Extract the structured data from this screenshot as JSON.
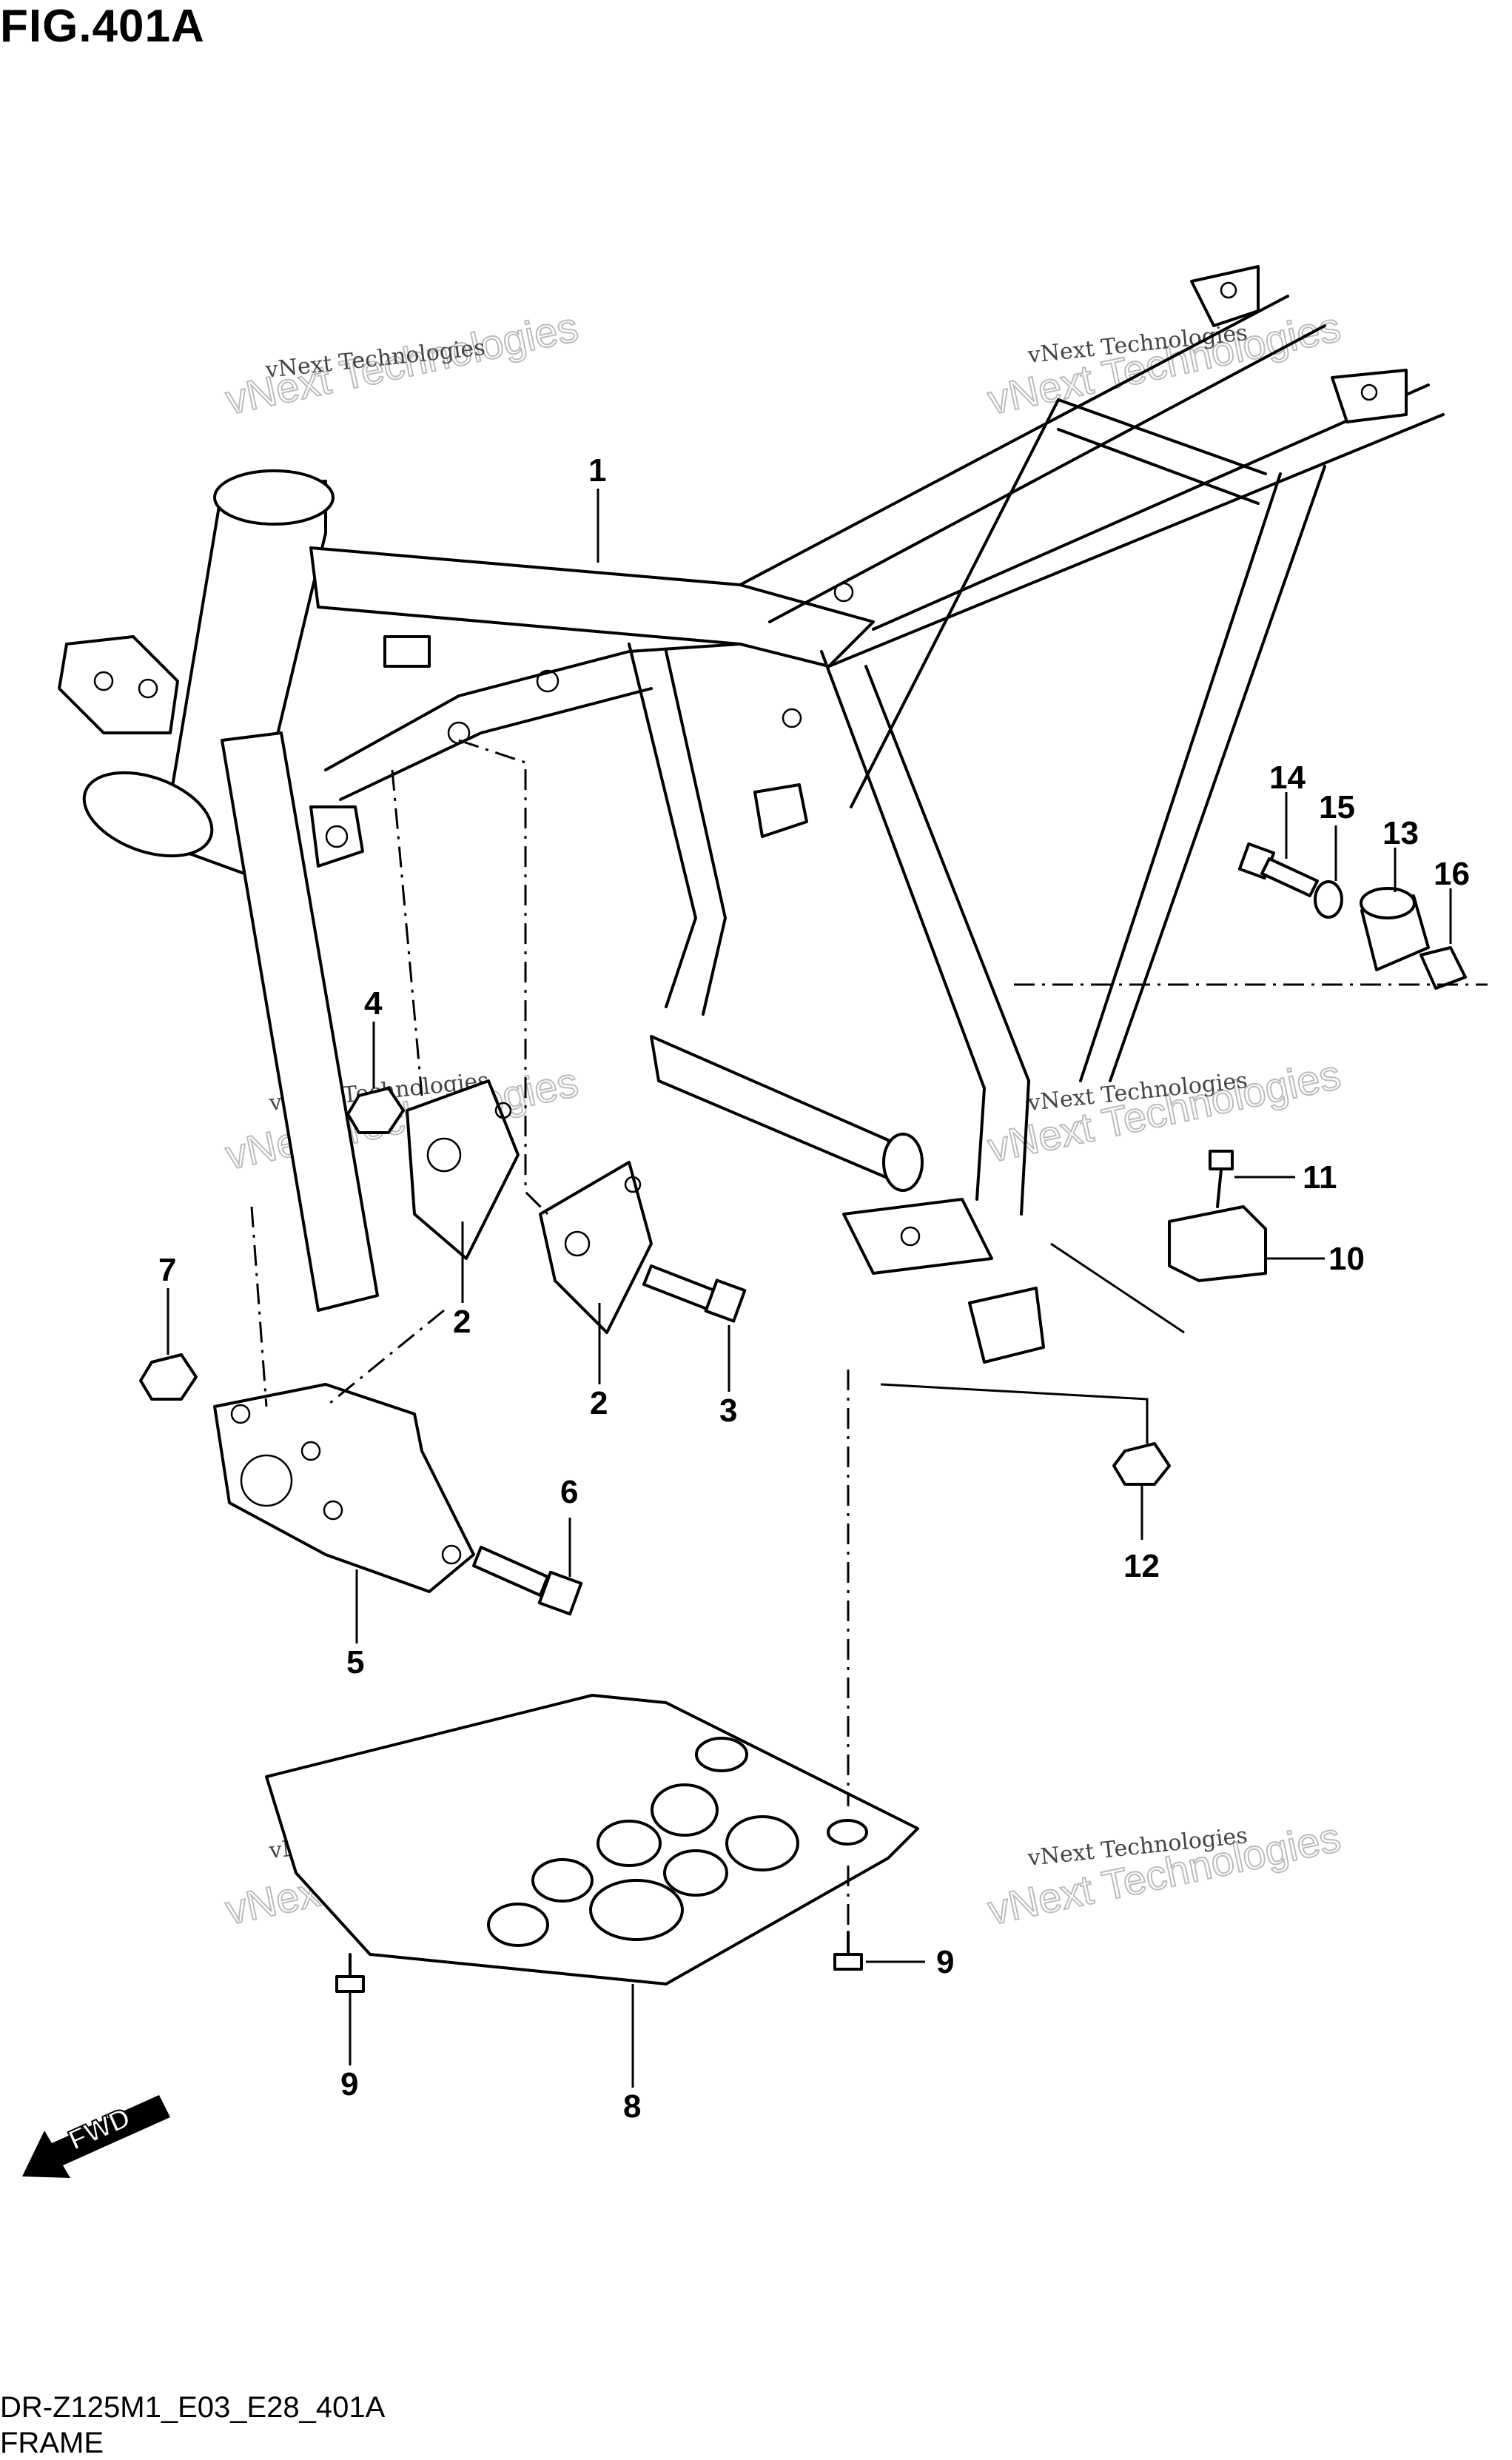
{
  "figure": {
    "title": "FIG.401A",
    "code": "DR-Z125M1_E03_E28_401A",
    "name": "FRAME"
  },
  "callouts": [
    "1",
    "2",
    "2",
    "3",
    "4",
    "5",
    "6",
    "7",
    "8",
    "9",
    "9",
    "10",
    "11",
    "12",
    "13",
    "14",
    "15",
    "16"
  ],
  "watermark": {
    "line1": "vNext Technologies",
    "line2": "vNext Technologies"
  },
  "fwd_label": "FWD"
}
